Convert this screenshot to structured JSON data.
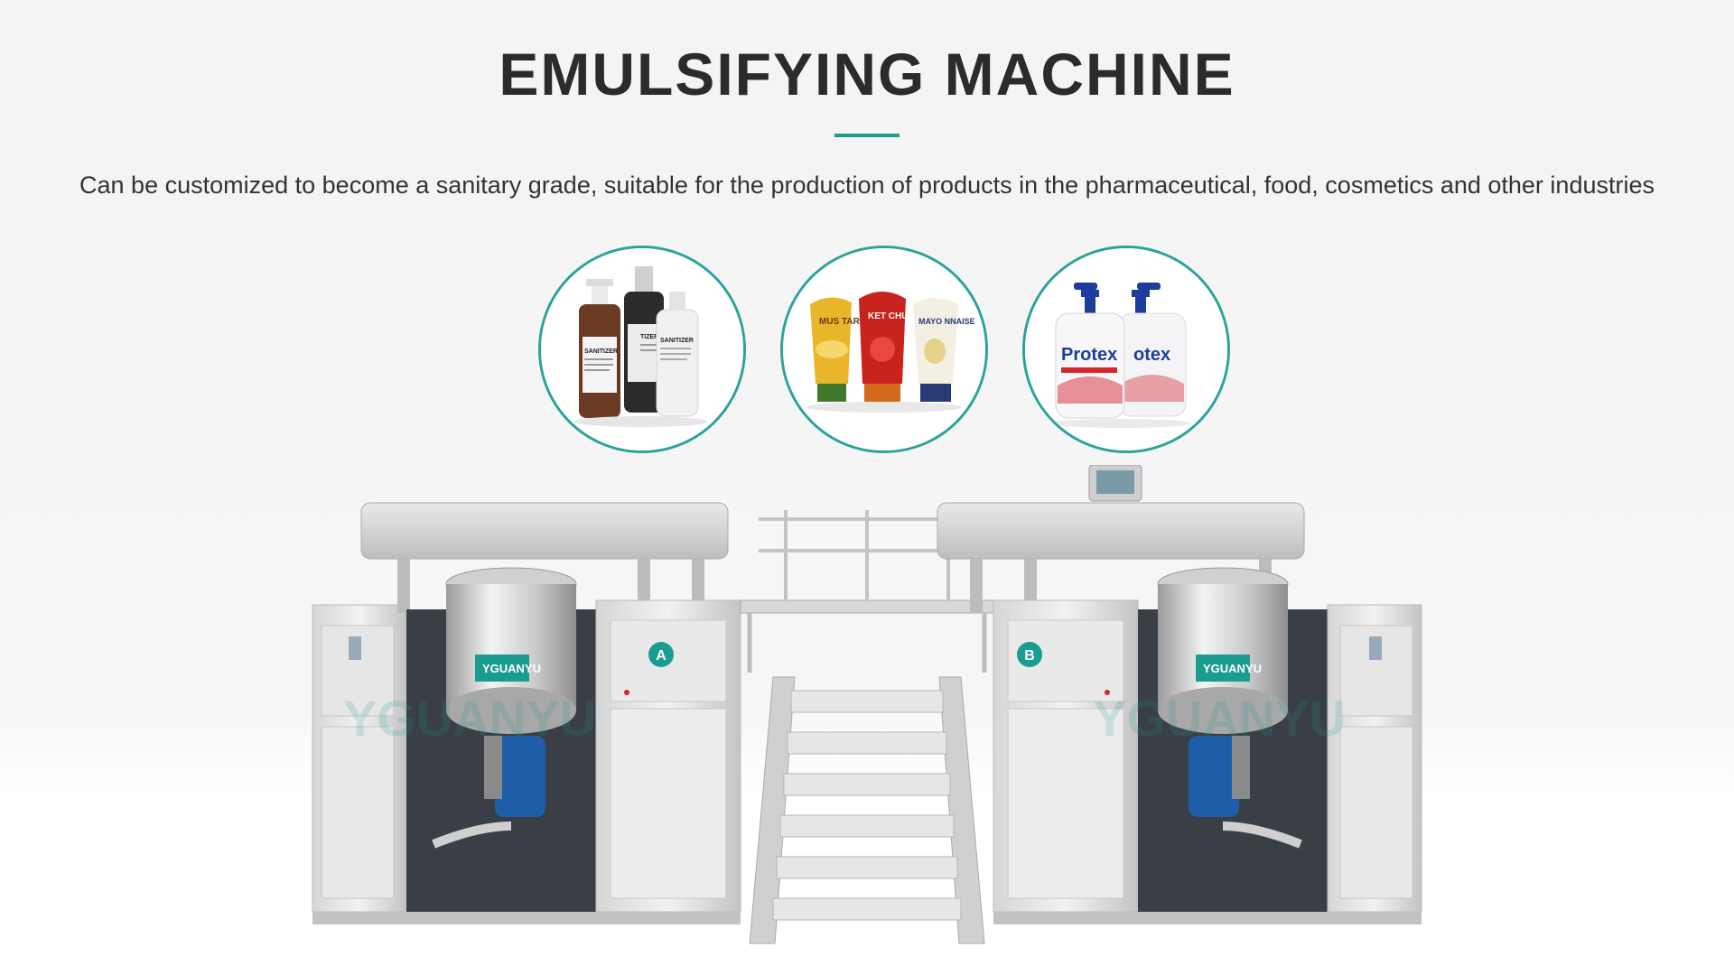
{
  "header": {
    "title": "EMULSIFYING MACHINE",
    "subtitle": "Can be customized to become a sanitary grade, suitable for the production of products in the pharmaceutical, food, cosmetics and other industries",
    "accent_color": "#1a9c92"
  },
  "product_circles": [
    {
      "name": "sanitizer-bottles",
      "bottle_texts": [
        "SANITIZER",
        "TIZER",
        "SANITIZER"
      ]
    },
    {
      "name": "sauce-bottles",
      "bottle_texts": [
        "MUS TARD",
        "KET CHUP",
        "MAYO NNAISE"
      ]
    },
    {
      "name": "soap-pumps",
      "bottle_texts": [
        "Protex",
        "otex"
      ]
    }
  ],
  "machine": {
    "unit_labels": [
      "A",
      "B"
    ],
    "brand": "YGUANYU",
    "watermark": "YGUANYU"
  }
}
